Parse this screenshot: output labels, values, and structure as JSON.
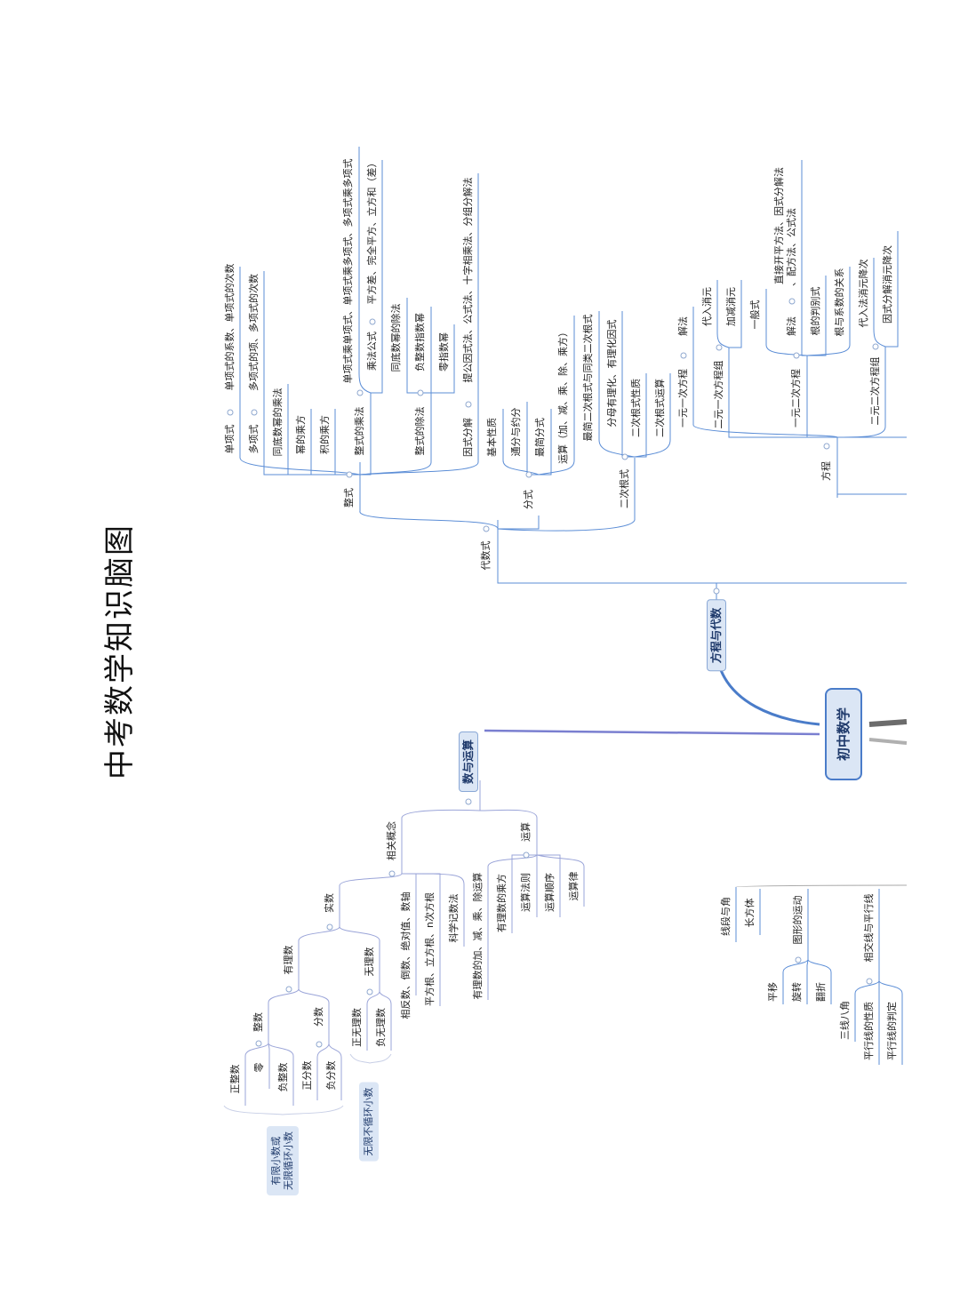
{
  "title": "中考数学知识脑图",
  "colors": {
    "link": "#5b8dd6",
    "root_border": "#4a7cc9",
    "node_fill": "#dbe6f5",
    "thick_link": "#4a7cc9"
  },
  "nodes": {
    "root": "初中数学",
    "algebra_branch": "方程与代数",
    "number_branch": "数与运算",
    "daishu": "代数式",
    "zhengshi": "整式",
    "danxiangshi": "单项式",
    "danxiangshi_d": "单项式的系数、单项式的次数",
    "duoxiangshi": "多项式",
    "duoxiangshi_d": "多项式的项、多项式的次数",
    "tongdi_cheng": "同底数幂的乘法",
    "mi_chengfang": "幂的乘方",
    "ji_chengfang": "积的乘方",
    "zhengshi_chengfa": "整式的乘法",
    "chengfa_detail": "单项式乘单项式、单项式乘多项式、多项式乘多项式",
    "chengfa_gongshi": "乘法公式",
    "gongshi_detail": "平方差、完全平方、立方和（差）",
    "zhengshi_chufa": "整式的除法",
    "tongdi_chu": "同底数幂的除法",
    "fu_zhengshu": "负整数指数幂",
    "ling_zhishu": "零指数幂",
    "yinshi": "因式分解",
    "yinshi_d": "提公因式法、公式法、十字相乘法、分组分解法",
    "fenshi": "分式",
    "jiben_xingzhi": "基本性质",
    "tongfen": "通分与约分",
    "zuijian_fenshi": "最简分式",
    "fenshi_yunsuan": "运算（加、减、乘、除、乘方）",
    "genshi": "二次根式",
    "zuijian_gen": "最简二次根式与同类二次根式",
    "fenmu": "分母有理化、有理化因式",
    "gen_xingzhi": "二次根式性质",
    "gen_yunsuan": "二次根式运算",
    "fangcheng": "方程",
    "yiyuan_yici": "一元一次方程",
    "jiefa1": "解法",
    "eryuan_yici": "二元一次方程组",
    "daixiao": "代入消元",
    "jiajian": "加减消元",
    "yiyuan_erci": "一元二次方程",
    "yiban": "一般式",
    "jiefa2": "解法",
    "jiefa2_d1": "直接开平方法、因式分解法",
    "jiefa2_d2": "、配方法、公式法",
    "panbie": "根的判别式",
    "gen_xishu": "根与系数的关系",
    "eryuan_erci": "二元二次方程组",
    "daixiao_jiang": "代入法消元降次",
    "yinshi_jiang": "因式分解消元降次",
    "xiangguan": "相关概念",
    "shishu": "实数",
    "youlishu": "有理数",
    "zhengshu": "整数",
    "zheng_zhengshu": "正整数",
    "ling": "零",
    "fu_zhengshu2": "负整数",
    "fenshu": "分数",
    "zheng_fenshu": "正分数",
    "fu_fenshu": "负分数",
    "wulishu": "无理数",
    "zheng_wuli": "正无理数",
    "fu_wuli": "负无理数",
    "xiangfan": "相反数、倒数、绝对值、数轴",
    "pingfanggen": "平方根、立方根、n次方根",
    "kexue": "科学记数法",
    "yunsuan": "运算",
    "jia_jian": "有理数的加、减、乘、除运算",
    "you_chengfang": "有理数的乘方",
    "yunsuan_faze": "运算法则",
    "yunsuan_shunxu": "运算顺序",
    "yunsuanlv": "运算律",
    "youxian_note": "有限小数或\n无限循环小数",
    "wuxian_note": "无限不循环小数",
    "xianduan": "线段与角",
    "changfangti": "长方体",
    "tuxing_yundong": "图形的运动",
    "pingyi": "平移",
    "xuanzhuan": "旋转",
    "fanzhe": "翻折",
    "sanxian": "三线八角",
    "xiangjiao": "相交线与平行线",
    "pingxing_xingzhi": "平行线的性质",
    "pingxing_panding": "平行线的判定"
  }
}
